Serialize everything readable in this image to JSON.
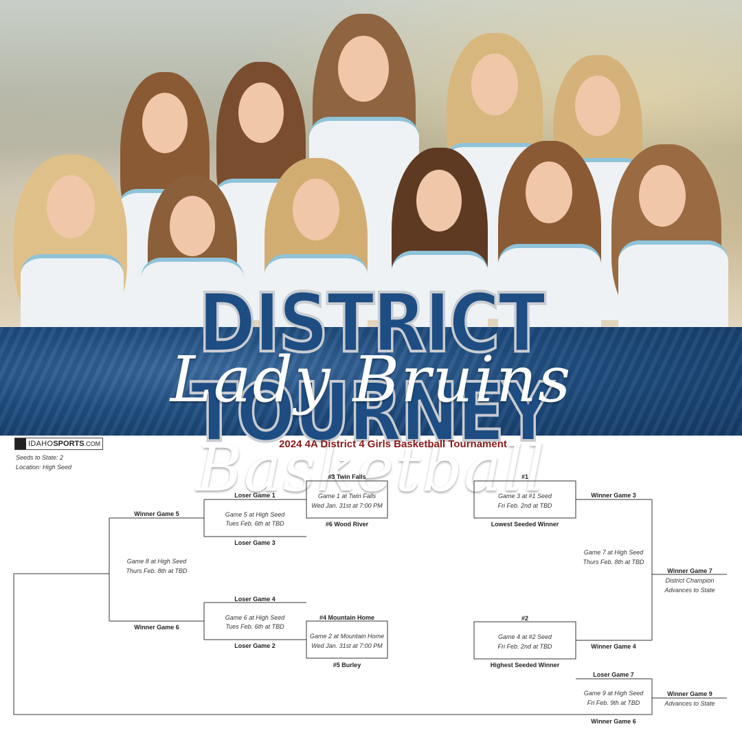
{
  "header": {
    "title": "DISTRICT TOURNEY",
    "subtitle": "Lady Bruins Basketball"
  },
  "logo": {
    "part1": "IDAHO",
    "part2": "SPORTS",
    "part3": ".COM"
  },
  "bracket": {
    "title": "2024 4A District 4 Girls Basketball Tournament",
    "seeds": "Seeds to State: 2",
    "location": "Location: High Seed",
    "game1": {
      "top": "#3 Twin Falls",
      "bottom": "#6 Wood River",
      "line1": "Game 1 at Twin Falls",
      "line2": "Wed Jan. 31st at 7:00 PM"
    },
    "game2": {
      "top": "#4 Mountain Home",
      "bottom": "#5 Burley",
      "line1": "Game 2 at Mountain Home",
      "line2": "Wed Jan. 31st at 7:00 PM"
    },
    "game3": {
      "top": "#1",
      "bottom": "Lowest Seeded Winner",
      "line1": "Game 3 at #1 Seed",
      "line2": "Fri Feb. 2nd at TBD"
    },
    "game4": {
      "top": "#2",
      "bottom": "Highest Seeded Winner",
      "line1": "Game 4 at #2 Seed",
      "line2": "Fri Feb. 2nd at TBD"
    },
    "game5": {
      "top": "Loser Game 1",
      "bottom": "Loser Game 3",
      "line1": "Game 5 at High Seed",
      "line2": "Tues Feb. 6th at TBD"
    },
    "game6": {
      "top": "Loser Game 4",
      "bottom": "Loser Game 2",
      "line1": "Game 6 at High Seed",
      "line2": "Tues Feb. 6th at TBD"
    },
    "game7": {
      "top": "Winner Game 3",
      "bottom": "Winner Game 4",
      "line1": "Game 7 at High Seed",
      "line2": "Thurs Feb. 8th at TBD"
    },
    "game8": {
      "top": "Winner Game 5",
      "bottom": "Winner Game 6",
      "line1": "Game 8 at High Seed",
      "line2": "Thurs Feb. 8th at TBD"
    },
    "game9": {
      "top": "Loser Game 7",
      "bottom": "Winner Game 6",
      "line1": "Game 9 at High Seed",
      "line2": "Fri Feb. 9th at TBD"
    },
    "champ": {
      "title": "Winner Game 7",
      "line1": "District Champion",
      "line2": "Advances to State"
    },
    "second": {
      "title": "Winner Game 9",
      "line1": "Advances to State"
    }
  }
}
